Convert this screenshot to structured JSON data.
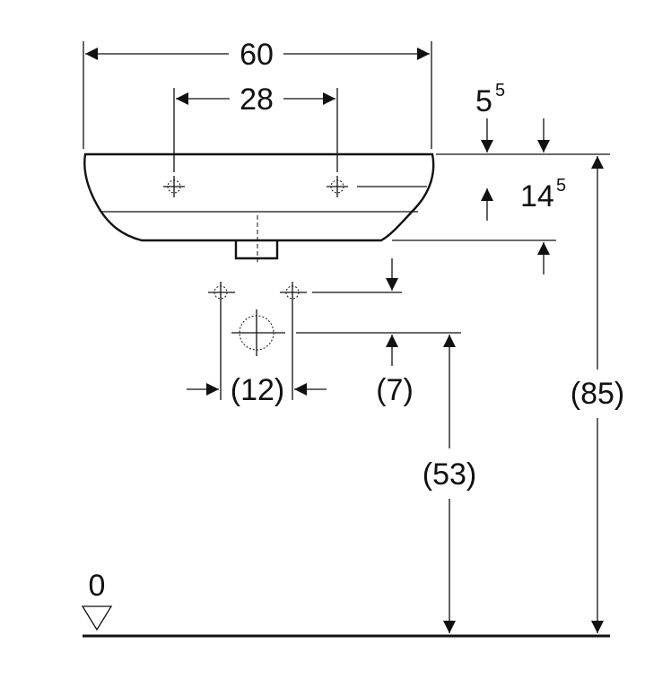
{
  "dimensions": {
    "basin_width": "60",
    "tap_hole_spacing": "28",
    "rim_offset_base": "5",
    "rim_offset_sup": "5",
    "tap_hole_depth_base": "14",
    "tap_hole_depth_sup": "5",
    "supply_spacing": "(12)",
    "waste_offset": "(7)",
    "waste_height": "(53)",
    "rim_height": "(85)",
    "floor_level": "0"
  }
}
